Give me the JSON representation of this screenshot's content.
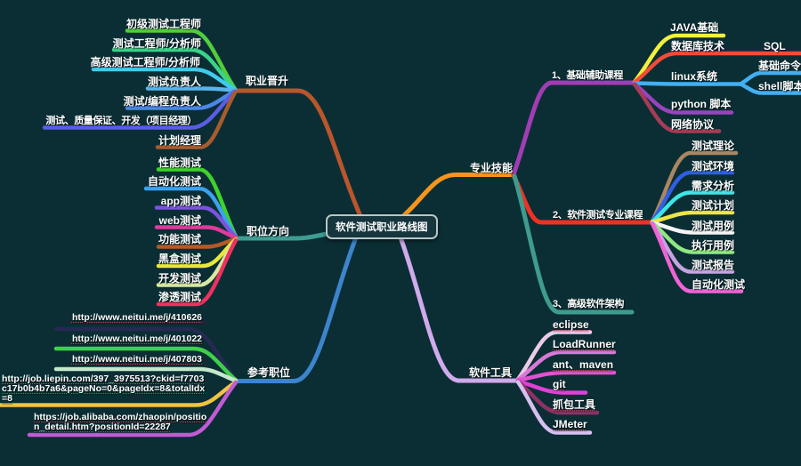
{
  "background": "#0b2e35",
  "root": {
    "label": "软件测试职业路线图",
    "fill": "#16353c",
    "border": "#b7c7c9"
  },
  "branches": {
    "career": {
      "label": "职业晋升",
      "color": "#b9562b",
      "children": [
        {
          "label": "初级测试工程师",
          "color": "#52cd3c"
        },
        {
          "label": "测试工程师/分析师",
          "color": "#3bd389"
        },
        {
          "label": "高级测试工程师/分析师",
          "color": "#3fcbee"
        },
        {
          "label": "测试负责人",
          "color": "#57b5ec"
        },
        {
          "label": "测试/编程负责人",
          "color": "#4a87e6"
        },
        {
          "label": "测试、质量保证、开发（项目经理）",
          "color": "#5b5de4"
        },
        {
          "label": "计划经理",
          "color": "#a85c2e"
        }
      ]
    },
    "direction": {
      "label": "职位方向",
      "color": "#3f9d92",
      "children": [
        {
          "label": "性能测试",
          "color": "#3fd32b"
        },
        {
          "label": "自动化测试",
          "color": "#3ba1ef"
        },
        {
          "label": "app测试",
          "color": "#7b54dc"
        },
        {
          "label": "web测试",
          "color": "#e03a9b"
        },
        {
          "label": "功能测试",
          "color": "#b5592a"
        },
        {
          "label": "黑盒测试",
          "color": "#e9e838"
        },
        {
          "label": "开发测试",
          "color": "#d7e8a2"
        },
        {
          "label": "渗透测试",
          "color": "#ee3160"
        }
      ]
    },
    "reference": {
      "label": "参考职位",
      "color": "#3c85cc",
      "children": [
        {
          "label": "http://www.neitui.me/j/410626",
          "color": "#262a52"
        },
        {
          "label": "http://www.neitui.me/j/401022",
          "color": "#3fd04a"
        },
        {
          "label": "http://www.neitui.me/j/407803",
          "color": "#c4e8cc"
        },
        {
          "label": "http://job.liepin.com/397_3975513?ckid=f7703c17b0b4b7a6&pageNo=0&pageIdx=8&totalIdx=8",
          "color": "#f0c344"
        },
        {
          "label": "https://job.alibaba.com/zhaopin/position_detail.htm?positionId=22287",
          "color": "#c35ad6"
        }
      ]
    },
    "skills": {
      "label": "专业技能",
      "color": "#f6951c",
      "children": [
        {
          "label": "1、基础辅助课程",
          "color": "#a23cb4",
          "children": [
            {
              "label": "JAVA基础",
              "color": "#f2ef3e"
            },
            {
              "label": "数据库技术",
              "color": "#f14c38",
              "children": [
                {
                  "label": "SQL",
                  "color": "#f14c38"
                }
              ]
            },
            {
              "label": "linux系统",
              "color": "#41aff2",
              "children": [
                {
                  "label": "基础命令",
                  "color": "#41aff2"
                },
                {
                  "label": "shell脚本",
                  "color": "#41aff2"
                }
              ]
            },
            {
              "label": "python 脚本",
              "color": "#9a43bc"
            },
            {
              "label": "网络协议",
              "color": "#a63c55"
            }
          ]
        },
        {
          "label": "2、软件测试专业课程",
          "color": "#ef3125",
          "children": [
            {
              "label": "测试理论",
              "color": "#aa8661"
            },
            {
              "label": "测试环境",
              "color": "#2f5fe4"
            },
            {
              "label": "需求分析",
              "color": "#3fe6e6"
            },
            {
              "label": "测试计划",
              "color": "#ece643"
            },
            {
              "label": "测试用例",
              "color": "#f4f4f4"
            },
            {
              "label": "执行用例",
              "color": "#90e881"
            },
            {
              "label": "测试报告",
              "color": "#c4a4e0"
            },
            {
              "label": "自动化测试",
              "color": "#f163d6"
            }
          ]
        },
        {
          "label": "3、高级软件架构",
          "color": "#3f9c8d"
        }
      ]
    },
    "tools": {
      "label": "软件工具",
      "color": "#d0abec",
      "children": [
        {
          "label": "eclipse",
          "color": "#eccbe8"
        },
        {
          "label": "LoadRunner",
          "color": "#d77ad7"
        },
        {
          "label": "ant、maven",
          "color": "#e052d2"
        },
        {
          "label": "git",
          "color": "#e23fd6"
        },
        {
          "label": "抓包工具",
          "color": "#8f3166"
        },
        {
          "label": "JMeter",
          "color": "#d6c0ee"
        }
      ]
    }
  }
}
